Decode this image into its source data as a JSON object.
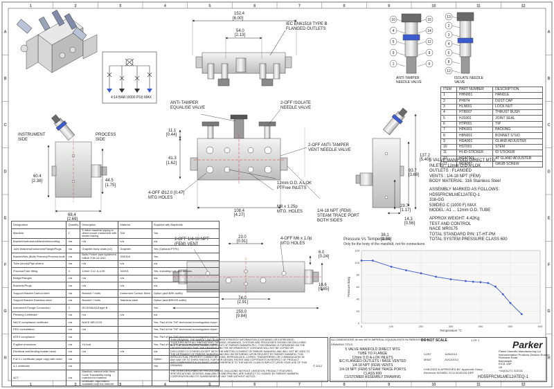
{
  "colors": {
    "accent": "#d93025",
    "body": "#e6e6e6",
    "body_dark": "#9a9a9a",
    "blue": "#3b5bd0",
    "line": "#333333"
  },
  "border": {
    "cols": [
      "1",
      "2",
      "3",
      "4",
      "5",
      "6",
      "7",
      "8",
      "9",
      "10",
      "11",
      "12"
    ],
    "rows": [
      "A",
      "B",
      "C",
      "D",
      "E",
      "F",
      "G",
      "H"
    ]
  },
  "schematic": {
    "caption": "4:14 BAR (6000 PSI) MAX"
  },
  "top_view": {
    "dim_overall": "152.4",
    "dim_overall_in": "[6.00]",
    "dim_inner": "54.0",
    "dim_inner_in": "[2.13]",
    "flange_label": "IEC EN61518 TYPE B\nFLANGED OUTLETS"
  },
  "front_view": {
    "anti_tamper_label": "ANTI-TAMPER\nEQUALISE VALVE",
    "isolate_label": "2-OFF ISOLATE\nNEEDLE VALVE",
    "vent_label": "2-OFF ANTI-TAMPER\nVENT NEEDLE VALVE",
    "instrument_side": "INSTRUMENT\nSIDE",
    "process_side": "PROCESS\nSIDE",
    "d_111": "11.1",
    "d_111_in": "[0.44]",
    "d_413": "41.3",
    "d_413_in": "[1.62]",
    "d_604": "60.4",
    "d_604_in": "[2.38]",
    "d_445": "44.5",
    "d_445_in": "[1.75]",
    "d_684": "68.4",
    "d_684_in": "[2.69]",
    "d_1084": "108.4",
    "d_1084_in": "[4.27]",
    "d_1372": "137.2",
    "d_1372_in": "[5.40]",
    "d_937": "93.7",
    "d_937_in": "[3.69]",
    "d_297": "29.7",
    "d_297_in": "[1.17]",
    "d_143": "14.3",
    "d_143_in": "[0.56]",
    "d_381": "38.1",
    "d_381_in": "[1.50]",
    "mtg_holes": "4-OFF Ø12.0 [0.47]\nMTG HOLES",
    "aloke_label": "12mm O.D. A-LOK\nPTFree INLETS",
    "m8_label": "M8 x 1.25p\nMTG. HOLES",
    "npt_trace": "1/4-18 NPT (FEM)\nSTEAM TRACE PORT\nBOTH SIDES"
  },
  "bottom_view": {
    "npt_vent": "2-OFF 1/4-18 NPT\n(FEM) VENT",
    "m6_label": "4-OFF M6 x 1.0p\nMTG HOLES",
    "d_230": "23.0",
    "d_230_in": "[0.91]",
    "d_60": "6.0",
    "d_60_in": "[0.24]",
    "d_166": "16.6",
    "d_166_in": "[0.65]",
    "d_740": "74.0",
    "d_740_in": "[2.91]",
    "d_2500": "250.0",
    "d_2500_in": "[9.84]"
  },
  "detail_views": {
    "anti_tamper_caption": "ANTI-TAMPER\nNEEDLE VALVE",
    "isolate_caption": "ISOLATE NEEDLE\nVALVE",
    "balloons_left": [
      "10",
      "4",
      "5",
      "9",
      "1",
      "15",
      "14",
      "12",
      "8",
      "6"
    ],
    "balloons_right": [
      "13",
      "2",
      "3",
      "4",
      "6",
      "8",
      "12"
    ]
  },
  "parts_list": {
    "headers": [
      "ITEM",
      "PART NUMBER",
      "DESCRIPTION"
    ],
    "rows": [
      [
        "1",
        "HHN001",
        "HANDLE"
      ],
      [
        "2",
        "PH674",
        "DUST CAP"
      ],
      [
        "3",
        "HLN001",
        "LOCK NUT"
      ],
      [
        "4",
        "HTB007",
        "THRUST BUSH"
      ],
      [
        "5",
        "HJS001",
        "JOINT SEAL"
      ],
      [
        "6",
        "HTP001",
        "TIP"
      ],
      [
        "7",
        "HPK001",
        "PACKING"
      ],
      [
        "8",
        "HBN001",
        "BONNET STUD"
      ],
      [
        "9",
        "HGA001",
        "GLAND ADJUSTER"
      ],
      [
        "10",
        "HST001",
        "STEM"
      ],
      [
        "11",
        "HI-ID-STICKER",
        "ID STICKER"
      ],
      [
        "12",
        "HGAT001",
        "AT GLAND ADJUSTER"
      ],
      [
        "13",
        "HGS001",
        "GRUB SCREW"
      ]
    ]
  },
  "spec_notes": {
    "block1": "5 VALVE MANIFOLD DIRECT MTG.\nINLETS : 12mm O.D A-LOK\nOUTLETS : FLANGED\nVENTS : 1/4-18 NPT (FEM)\nBODY MATERIAL: 316 Stainless Steel",
    "block2": "ASSEMBLY MARKED AS FOLLOWS:\nHD55FRCMLME12ATEQ-1\n316-GG\n538DEG C (1000 F) MAX\nMODEL: A1 ... 12mm O.D. TUBE",
    "block3": "APPROX WEIGHT: 4.42Kg\nTEST AND CONTROL\nNACE MR0175\nTOTAL STANDARD P/N: 1T-HT-PM\nTOTAL SYSTEM PRESSURE CLASS 600"
  },
  "chart_data": {
    "type": "line",
    "title": "Pressure Vs Temperature",
    "subtitle": "Only for the body of the manifold, not for connections",
    "xlabel": "Temperature °C",
    "ylabel": "Pressure Barg",
    "x": [
      0,
      38,
      100,
      150,
      200,
      250,
      300,
      350,
      375,
      400,
      425,
      450,
      475,
      500,
      538
    ],
    "series": [
      {
        "values": [
          103.4,
          103.4,
          93.3,
          87.4,
          82.5,
          76.8,
          72.6,
          69.7,
          68.6,
          67.8,
          66.4,
          60.5,
          47.9,
          33.4,
          15.0
        ]
      }
    ],
    "xlim": [
      0,
      600
    ],
    "ylim": [
      0,
      120
    ],
    "xticks": [
      0,
      100,
      200,
      300,
      400,
      500,
      600
    ],
    "yticks": [
      0,
      20,
      40,
      60,
      80,
      100,
      120
    ],
    "grid": true,
    "line_color": "#3b5bd0"
  },
  "materials_table": {
    "headers": [
      "Designation",
      "Quantity",
      "Description",
      "Material",
      "Supplied with Manifolds"
    ],
    "rows": [
      [
        "Manifold",
        "1",
        "5 Valve manifold piping to\ndirect mount instrument with\nsteam tracing",
        "316",
        "Yes"
      ],
      [
        "Bracket/Instrument/Manifold/mounting",
        "n/a",
        "n/a",
        "n/a",
        "n/a"
      ],
      [
        "Joint Washers/Instrument/Flange/Plugs",
        "n/a",
        "Graphite body seals (x2)",
        "Graphite",
        "Yes (Optional PTFE)"
      ],
      [
        "Bracket/Kits (Bolts Fixtures)/Process tools",
        "n/a",
        "Bolts Fixture pipe tighteners\nmBolt 7/16-14 UNC",
        "316/316",
        "Yes"
      ],
      [
        "Tube (stock)/Pipe sliders",
        "n/a",
        "n/a",
        "n/a",
        "n/a"
      ],
      [
        "Process/Tube fitting",
        "4",
        "12mm O.D. A-LOK",
        "316SS",
        "Yes, including nuts and ferrules"
      ],
      [
        "Bridge/Flanges",
        "n/a",
        "n/a",
        "n/a",
        "n/a"
      ],
      [
        "Brackets/Plugs",
        "n/a",
        "n/a",
        "n/a",
        "n/a"
      ],
      [
        "Support Bracket Carbon steel",
        "n/a",
        "Bracket + bolts",
        "Instrument Carbon Steel",
        "Option (add BRK suffix)"
      ],
      [
        "Support Bracket Stainless steel",
        "n/a",
        "Bracket + bolts",
        "Stainless steel",
        "Option (add BRKSS suffix)"
      ],
      [
        "Instrument Flange Connection",
        "2",
        "IEC/EN61518 type B",
        "",
        "Yes"
      ],
      [
        "Pressing Certificate",
        "n/a",
        "n/a",
        "n/a",
        "n/a"
      ],
      [
        "NACE compliance certificate",
        "n/a",
        "NACE MR-0103",
        "",
        "Yes, Part of the THF technician homologation report"
      ],
      [
        "PED consultation",
        "n/a",
        "n/a",
        "",
        "Yes, Part of the THF technician homologation report"
      ],
      [
        "ATEX compliance",
        "n/a",
        "",
        "",
        "Yes, Part of the THF technician homologation report"
      ],
      [
        "Fugitive emissions",
        "n/a",
        "Y4 butt",
        "",
        "Yes, Part of the THF technician homologation report"
      ],
      [
        "Electrical anti-binding master block",
        "n/a",
        "n/a",
        "n/a",
        "n/a"
      ],
      [
        "Full 3.1 certificate paper copy with order",
        "n/a",
        "",
        "",
        "Option"
      ],
      [
        "3.1 certificate",
        "n/a",
        "",
        "",
        "Yes"
      ],
      [
        "ACT",
        "n/a",
        "Manifold marked with Heat\nCode Traceability being\nmatched to material\ncertificate. Information\navailable over the internet",
        "",
        ""
      ]
    ]
  },
  "disclaimer": {
    "text": "THIS DRAWING, THE MARKET AND BUSINESS STRATEGY INFORMATION (CONTAINED OR EXPRESSED)\nTOGETHER WITH ALL INNOVATIONS, DESIGNS, DRAWINGS, SYSTEMS AND PROCESSES SHOWN OR DISCLOSED\nARE THE SOLE PROPERTY AND COPYRIGHT OF PARKER HANNIFIN PLC. THIS DRAWING IS FURNISHED ON THE\nUNDERSTANDING THAT THE DRAWING AND THE INFORMATION IT CONTAINS WILL NOT BE COPIED OR\nDISCLOSED TO OTHERS EXCEPT WITH THE WRITTEN CONSENT OF PARKER HANNIFIN, AND WILL NOT BE USED TO\nTHE DETRIMENT OF PARKER HANNIFIN AND WILL BE RETURNED UPON REQUEST BY PARKER HANNIFIN. THIS\nINTELLECTUAL PROPERTY CANNOT BE USED, REPRODUCED, COPIED, TRANSFERRED OR COMMUNICATED IN\nANY WAY OR TO THIRD PARTIES. FURTHER DESIGN, PATENT AND COPYRIGHTS IN RESPECT OF PRODUCT\nAND COMPONENTS ALSO EXIST. YOUR ADHERENCE TO THE ABOVE CLAIM IS IMPLICIT UPON YOUR USE OF THIS\nDRAWING.",
    "copyright": "© 2012",
    "footer": "THE ITEMS DESCRIBED IN THIS DOCUMENT, INCLUDING WITHOUT LIMITATION, PRODUCT FEATURES,\nSPECIFICATIONS, DESIGNS, AVAILABILITY AND PRICING, ARE SUBJECT TO CHANGE BY PARKER HANNIFIN\nCORPORATION AND ITS SUBSIDIARIES AT ANY TIME WITHOUT NOTICE."
  },
  "title_block": {
    "dims_note": "ALL DIMENSIONS IN mm WITH IMPERIAL EQUIVALENTS IN PARENTHESIS",
    "do_not_scale": "DO NOT SCALE",
    "drawing_title_label": "DRAWING TITLE:",
    "drawing_title": "5 VALVE MANIFOLD DIRECT MTG\nTUBE TO FLANGE\n12mm O.D A-LOK INLETS\nIEC FLANGED OUTLETS / BASE VENTED\n1/4-18 NPT (FEM) VENTS\n1/4-18 NPT (FEM) STEAM TRACE PORTS\nCLASS 600\nCUSTOMER ASSEMBLY DRAWING",
    "drawn_by": "CUST",
    "drawn_date": "12/6/2013",
    "checked_by": "MSAT",
    "checked_date": "20/12/2013",
    "sheet": "1 OF 1",
    "brand": "Parker",
    "company": "Parker Hannifin Manufacturing Ltd\nInstrumentation Products Division Europe\nRiverside Road\nBarnstaple\nEX31 1NP\nUK\n+44(0)1271 313131",
    "drawing_number": "HD55FRCMLME12ATEQ-1",
    "checked_note": "CHECKED & APPROVED BY: Approvals Group\nElectronic SIGNED: ECO 0025/130 DRF"
  }
}
